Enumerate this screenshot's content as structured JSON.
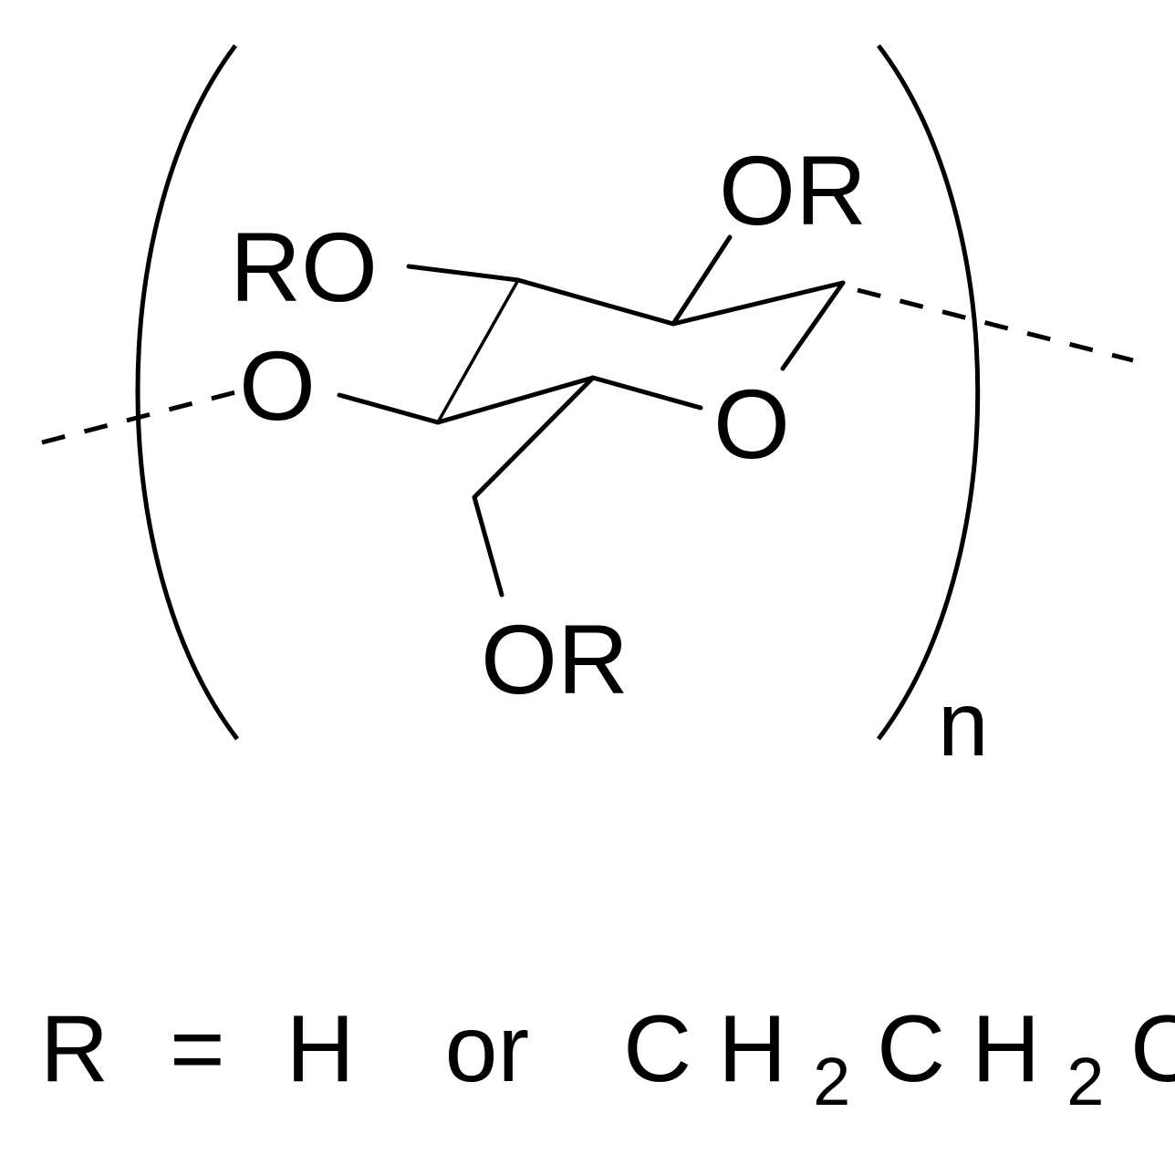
{
  "structure": {
    "atoms": {
      "ro_left": "RO",
      "o_left": "O",
      "or_top": "OR",
      "o_ring": "O",
      "or_bottom": "OR"
    },
    "repeat_subscript": "n"
  },
  "definition": {
    "r": "R",
    "equals": "=",
    "h": "H",
    "or_word": "or",
    "c1": "C",
    "h1": "H",
    "sub1": "2",
    "c2": "C",
    "h2": "H",
    "sub2": "2",
    "oh": "OH"
  },
  "colors": {
    "ink": "#000000",
    "background": "#ffffff"
  }
}
